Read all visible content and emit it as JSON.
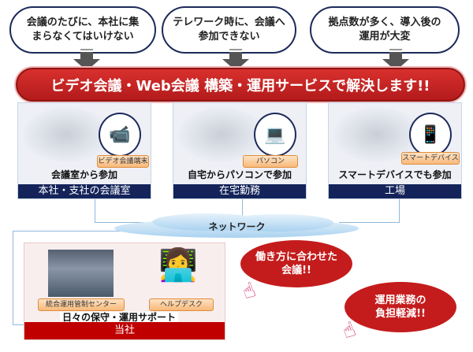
{
  "problems": [
    "会議のたびに、本社に集\nまらなくてはいけない",
    "テレワーク時に、会議へ\n参加できない",
    "拠点数が多く、導入後の\n運用が大変"
  ],
  "banner": "ビデオ会議・Web会議 構築・運用サービスで解決します!!",
  "cards": [
    {
      "device_label": "ビデオ会議端末",
      "caption": "会議室から参加",
      "location": "本社・支社の会議室"
    },
    {
      "device_label": "パソコン",
      "caption": "自宅からパソコンで参加",
      "location": "在宅勤務"
    },
    {
      "device_label": "スマートデバイス",
      "caption": "スマートデバイスでも参加",
      "location": "工場"
    }
  ],
  "network": "ネットワーク",
  "company": {
    "center_label": "統合運用管制センター",
    "helpdesk_label": "ヘルプデスク",
    "caption": "日々の保守・運用サポート",
    "footer": "当社"
  },
  "benefits": [
    "働き方に合わせた\n会議!!",
    "運用業務の\n負担軽減!!"
  ],
  "colors": {
    "red": "#c41c1c",
    "navy": "#14245a",
    "line": "#8fb8dd"
  }
}
